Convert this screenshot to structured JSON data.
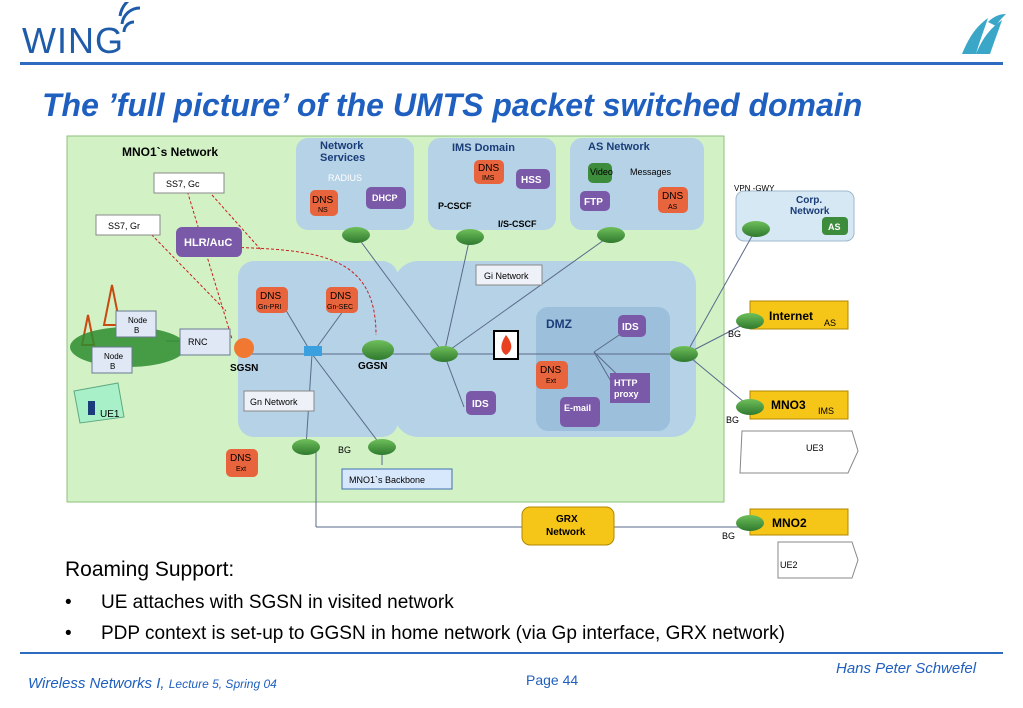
{
  "header": {
    "logo": "WING",
    "title": "The ’full picture’ of the UMTS packet switched domain"
  },
  "diagram": {
    "network_title": "MNO1`s Network",
    "network_services": [
      "Network",
      "Services"
    ],
    "radius": "RADIUS",
    "dns": "DNS",
    "ns": "NS",
    "dhcp": "DHCP",
    "ims_domain": "IMS Domain",
    "ims": "IMS",
    "hss": "HSS",
    "p_cscf": "P-CSCF",
    "is_cscf": "I/S-CSCF",
    "as_network": "AS Network",
    "video": "Video",
    "messages": "Messages",
    "ftp": "FTP",
    "as": "AS",
    "vpn_gwy": "VPN -GWY",
    "corp_network": [
      "Corp.",
      "Network"
    ],
    "ss7_gc": "SS7, Gc",
    "ss7_gr": "SS7, Gr",
    "hlr_auc": "HLR/AuC",
    "node_b": [
      "Node",
      "B"
    ],
    "rnc": "RNC",
    "ue1": "UE1",
    "gn_pri": "Gn-PRI",
    "gn_sec": "Gn-SEC",
    "sgsn": "SGSN",
    "ggsn": "GGSN",
    "gn_network": "Gn Network",
    "gi_network": "Gi Network",
    "dmz": "DMZ",
    "ids": "IDS",
    "ext": "Ext",
    "http_proxy": [
      "HTTP",
      "proxy"
    ],
    "email": "E-mail",
    "bg": "BG",
    "backbone": "MNO1`s Backbone",
    "internet": "Internet",
    "internet_sub": "AS",
    "mno3": "MNO3",
    "mno3_sub": "IMS",
    "ue3": "UE3",
    "grx_network": [
      "GRX",
      "Network"
    ],
    "mno2": "MNO2",
    "ue2": "UE2"
  },
  "body": {
    "roaming_heading": "Roaming Support:",
    "bullet_symbol": "•",
    "bullets": [
      "UE attaches with SGSN in visited network",
      "PDP context is set-up to GGSN in home network (via Gp interface, GRX network)"
    ]
  },
  "footer": {
    "course": "Wireless Networks I,",
    "lecture": "Lecture 5, Spring 04",
    "page": "Page 44",
    "author": "Hans Peter Schwefel"
  },
  "colors": {
    "accent": "#1f5fc0",
    "network_bg": "#d4f4c8",
    "domain_bg": "#b8d4e8",
    "dns_orange": "#e8643c",
    "purple": "#7a5aa8",
    "router_green": "#3c8c3c",
    "yellow": "#f5c518"
  }
}
